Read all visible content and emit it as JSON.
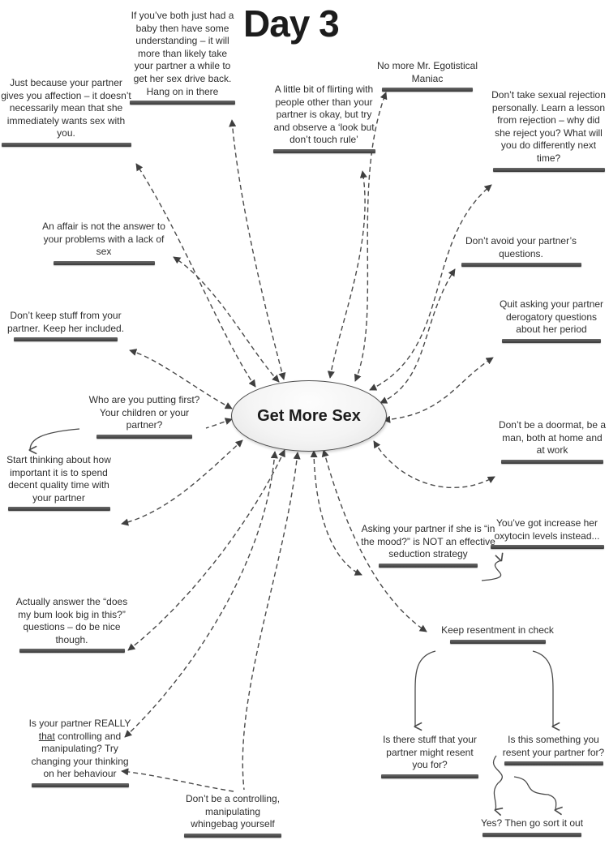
{
  "title": "Day 3",
  "center_label": "Get More Sex",
  "colors": {
    "background": "#ffffff",
    "text": "#2e2e2e",
    "bar": "#3a3a3a",
    "arrow": "#4a4a4a",
    "ellipse_border": "#4f4f4f",
    "ellipse_fill": "#f1f1f1"
  },
  "nodes": {
    "just_because": "Just because your partner gives you affection – it doesn’t necessarily mean that she immediately wants sex with you.",
    "baby": "If you’ve both just had a baby then have some understanding – it will more than likely take your partner a while to get her sex drive back. Hang on in there",
    "no_more": "No more Mr. Egotistical Maniac",
    "flirting": "A little bit of flirting with people other than your partner is okay, but try and observe a ‘look but don’t touch rule’",
    "rejection": "Don’t take sexual rejection personally. Learn a lesson from rejection – why did she reject you? What will you do differently next time?",
    "affair": "An affair is not the answer to your problems with a lack of sex",
    "dont_avoid": "Don’t avoid your partner’s questions.",
    "dont_keep": "Don’t keep stuff from your partner. Keep her included.",
    "quit_asking": "Quit asking your partner derogatory questions about her period",
    "who_first": "Who are you putting first? Your children or your partner?",
    "doormat": "Don’t be a doormat, be a man, both at home and at work",
    "start_thinking": "Start thinking about how important it is to spend decent quality time with your partner",
    "asking_mood": "Asking your partner if she is “in the mood?” is NOT an effective seduction strategy",
    "oxytocin": "You’ve got increase her oxytocin levels instead...",
    "bum_look": "Actually answer the “does my bum look big in this?” questions – do be nice though.",
    "keep_resentment": "Keep resentment in check",
    "really_pre": "Is your partner REALLY ",
    "really_underlined": "that",
    "really_post": " controlling and manipulating? Try changing your thinking on her behaviour",
    "is_there_stuff": "Is there stuff that your partner might resent you for?",
    "is_this_something": "Is this something you resent your partner for?",
    "dont_be_controlling": "Don’t be a controlling, manipulating whingebag yourself",
    "yes_sort": "Yes? Then go sort it out"
  }
}
